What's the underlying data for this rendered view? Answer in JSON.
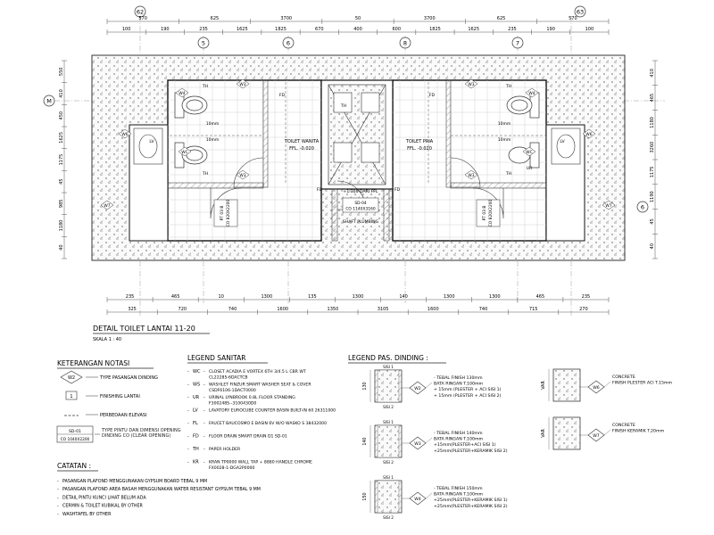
{
  "plan": {
    "grid_labels": {
      "g62": "62",
      "g63": "63",
      "gM": "M",
      "g5": "5",
      "g6": "6",
      "g8": "8",
      "g7": "7",
      "g6b": "6"
    },
    "dims_top_outer": [
      "570",
      "625",
      "3700",
      "50",
      "3700",
      "625",
      "570"
    ],
    "dims_top_inner": [
      "100",
      "190",
      "235",
      "1625",
      "1825",
      "670",
      "400",
      "600",
      "1825",
      "1625",
      "235",
      "190",
      "100"
    ],
    "dims_left": [
      "550",
      "410",
      "450",
      "1625",
      "1175",
      "45",
      "985",
      "1180",
      "40"
    ],
    "dims_right": [
      "410",
      "465",
      "1180",
      "3260",
      "1175",
      "1190",
      "45",
      "40"
    ],
    "dims_bottom_inner": [
      "235",
      "465",
      "10",
      "1300",
      "135",
      "1300",
      "140",
      "1300",
      "1300",
      "465",
      "235"
    ],
    "dims_bottom_outer": [
      "325",
      "720",
      "740",
      "1600",
      "1350",
      "3105",
      "1600",
      "740",
      "715",
      "270"
    ],
    "rooms": {
      "left_toilet": "TOILET WANITA",
      "left_ffl": "FFL. -0.020",
      "right_toilet": "TOILET PRIA",
      "right_ffl": "FFL. -0.020",
      "shaft": "SHAFT PLUMBING",
      "shaft_note": "+1.300 DARI FFL",
      "door_left": "PT 03 B",
      "door_left2": "CO 820X2200",
      "door_right": "PT 03 B",
      "door_right2": "CO 820X2200",
      "shaft_code": "SD-04",
      "shaft_code2": "CO 1140X3160",
      "dim_10mm": "10mm"
    },
    "tags": [
      "W3",
      "W3",
      "W3",
      "W3",
      "W4",
      "W4",
      "W6",
      "W6",
      "W7",
      "W7",
      "TH",
      "TH",
      "TH",
      "TH",
      "TH",
      "FD",
      "FD",
      "FD",
      "FD",
      "LV",
      "LV",
      "WC",
      "WC",
      "UR"
    ],
    "title": "DETAIL TOILET LANTAI 11-20",
    "scale": "SKALA 1 : 40"
  },
  "legend_notes": {
    "title": "KETERANGAN NOTASI",
    "items": [
      {
        "symbol": "W2",
        "text": "TYPE PASANGAN DINDING"
      },
      {
        "symbol": "1",
        "text": "FINISHING LANTAI"
      },
      {
        "symbol": "",
        "text": "PERBEDAAN ELEVASI"
      },
      {
        "symbol": "SD-01",
        "symbol2": "CO 1040X2200",
        "text": "TYPE PINTU DAN DIMENSI OPENING DINDING CO (CLEAR OPENING)"
      }
    ]
  },
  "catatan": {
    "title": "CATATAN :",
    "items": [
      "PASANGAN PLAFOND MENGGUNAKAN GYPSUM BOARD TEBAL 9 MM",
      "PASANGAN PLAFOND AREA BASAH MENGGUNAKAN WATER RESISTANT GYPSUM TEBAL 9 MM",
      "DETAIL PINTU KUNCI LIHAT BELUM ADA",
      "CERMIN & TOILET KUBIKAL BY OTHER",
      "WASHTAFEL BY OTHER"
    ]
  },
  "legend_sanitar": {
    "title": "LEGEND SANITAR",
    "items": [
      {
        "code": "WC",
        "text": "CLOSET ACADIA E VORTEX 6TH 3/4.5 L CBR WT CL22285-6DACTCB"
      },
      {
        "code": "WS",
        "text": "WASHLET FINZUR SMART WASHER SEAT & COVER CSDF6106-1DACT0000"
      },
      {
        "code": "UR",
        "text": "URINAL LYNBROOK 0.8L FLOOR STANDING F300248S--3100430D0"
      },
      {
        "code": "LV",
        "text": "LAVATORY EUROCUBE COUNTER BASIN BUILT-IN 60 26311000"
      },
      {
        "code": "FL",
        "text": "FAUCET BAUCOSMO E BASIN 6V W/O WASKO S 38432000"
      },
      {
        "code": "FD",
        "text": "FLOOR DRAIN SMART DRAIN D1 SD-01"
      },
      {
        "code": "TH",
        "text": "PAPER HOLDER"
      },
      {
        "code": "KR",
        "text": "KRAN TP0000 WALL TAP + 8880 HANDLE CHROME FX0028-1-DGA2P0000"
      }
    ]
  },
  "legend_pas": {
    "title": "LEGEND PAS. DINDING :",
    "items": [
      {
        "tag": "W2",
        "sisi1": "SISI 1",
        "sisi2": "SISI 2",
        "dim": "130",
        "lines": [
          "TEBAL FINISH 130mm",
          "BATA RINGAN T.100mm",
          "+ 15mm (PLESTER + ACI SISI 1)",
          "+ 15mm (PLESTER + ACI SISI 2)"
        ]
      },
      {
        "tag": "W3",
        "sisi1": "SISI 1",
        "sisi2": "SISI 2",
        "dim": "140",
        "lines": [
          "TEBAL FINISH 140mm",
          "BATA RINGAN T.100mm",
          "+15mm(PLESTER+ACI SISI 1)",
          "+25mm(PLESTER+KERAMIK SISI 2)"
        ]
      },
      {
        "tag": "W4",
        "sisi1": "SISI 1",
        "sisi2": "SISI 2",
        "dim": "150",
        "lines": [
          "TEBAL FINISH 150mm",
          "BATA RINGAN T.100mm",
          "+25mm(PLESTER+KERAMIK SISI 1)",
          "+25mm(PLESTER+KERAMIK SISI 2)"
        ]
      },
      {
        "tag": "W6",
        "dim": "VAR",
        "lines": [
          "CONCRETE",
          "FINISH PLESTER ACI T.15mm"
        ]
      },
      {
        "tag": "W7",
        "dim": "VAR",
        "lines": [
          "CONCRETE",
          "FINISH KERAMIK T.20mm"
        ]
      }
    ]
  }
}
